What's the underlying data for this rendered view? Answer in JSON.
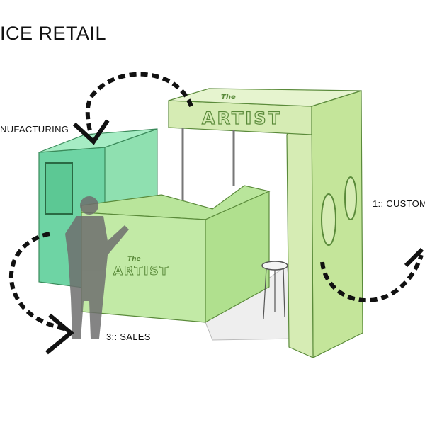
{
  "title": "ICE RETAIL",
  "labels": {
    "step1": "1:: CUSTOM",
    "step2": "NUFACTURING",
    "step3": "3:: SALES"
  },
  "signs": {
    "kiosk_brand": "ARTIST",
    "kiosk_brand_prefix": "The",
    "counter_brand": "ARTIST",
    "counter_brand_prefix": "The"
  },
  "colors": {
    "light_green": "#d6ecb4",
    "mid_green": "#a8d87c",
    "mint": "#8fe0b0",
    "teal": "#6ed4a4",
    "outline": "#5a8a3a"
  }
}
